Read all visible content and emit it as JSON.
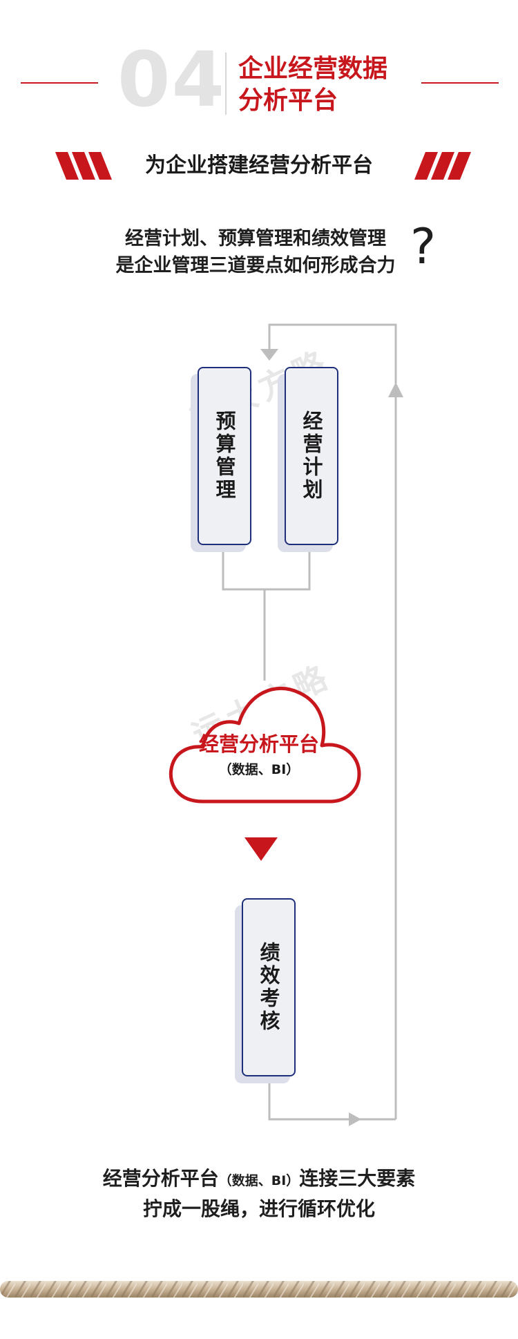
{
  "header": {
    "number": "04",
    "title_line1": "企业经营数据",
    "title_line2": "分析平台"
  },
  "banner": {
    "text": "为企业搭建经营分析平台"
  },
  "question": {
    "line1": "经营计划、预算管理和绩效管理",
    "line2": "是企业管理三道要点如何形成合力",
    "mark": "?"
  },
  "diagram": {
    "box_budget": "预算管理",
    "box_plan": "经营计划",
    "cloud_title": "经营分析平台",
    "cloud_sub": "（数据、BI）",
    "box_perf": "绩效考核"
  },
  "watermark": "远大方略",
  "bottom": {
    "part1": "经营分析平台",
    "part_small": "（数据、BI）",
    "part2": "连接三大要素",
    "line2": "拧成一股绳，进行循环优化"
  },
  "colors": {
    "accent": "#c8161d",
    "box_border": "#1d2f7a",
    "line": "#bdbdbd"
  }
}
